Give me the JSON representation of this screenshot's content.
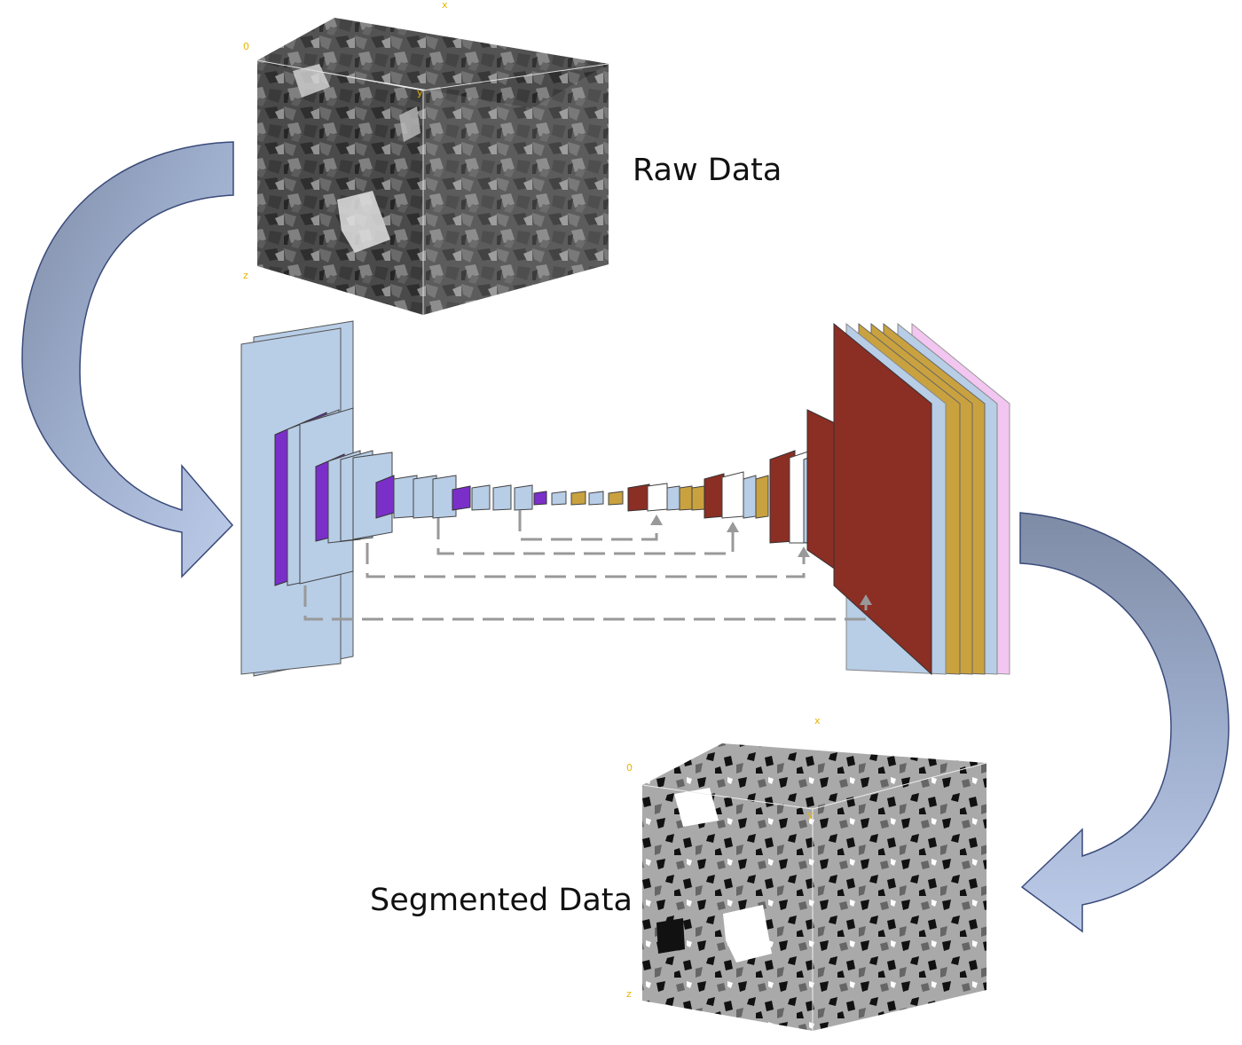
{
  "labels": {
    "raw_data": "Raw Data",
    "segmented_data": "Segmented Data"
  },
  "raw_cube_axes": {
    "origin": "0",
    "x": "x",
    "y": "y",
    "z": "z"
  },
  "segmented_cube_axes": {
    "origin": "0",
    "x": "x",
    "y": "y",
    "z": "z"
  },
  "colors": {
    "arrow_fill_light": "#b3c3e3",
    "arrow_fill_dark": "#8a98b4",
    "arrow_stroke": "#3a4a7a",
    "encoder_block": "#b8cde6",
    "pool_block": "#7a2fc9",
    "decoder_dark": "#8b2e24",
    "decoder_gold": "#c9a23f",
    "decoder_white": "#ffffff",
    "output_pink": "#f2c6f0",
    "skip_line": "#999999",
    "axis_label": "#e8b400"
  }
}
